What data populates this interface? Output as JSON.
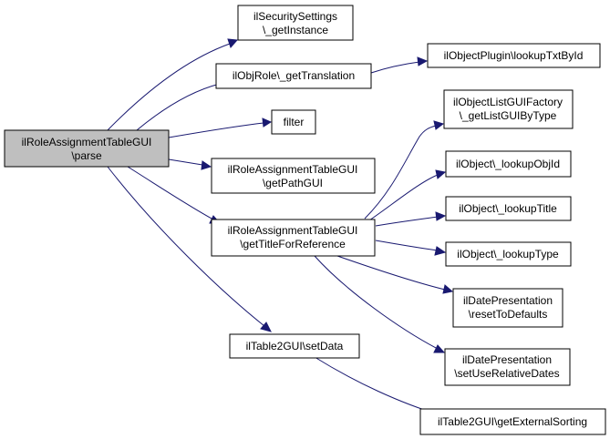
{
  "colors": {
    "edge": "#191970",
    "root_fill": "#bfbfbf",
    "node_fill": "#ffffff",
    "node_border": "#000000"
  },
  "nodes": {
    "root": [
      "ilRoleAssignmentTableGUI",
      "\\parse"
    ],
    "security_get_instance": [
      "ilSecuritySettings",
      "\\_getInstance"
    ],
    "obj_role_get_translation": [
      "ilObjRole\\_getTranslation"
    ],
    "object_plugin_lookup_txt": [
      "ilObjectPlugin\\lookupTxtById"
    ],
    "filter": [
      "filter"
    ],
    "get_path_gui": [
      "ilRoleAssignmentTableGUI",
      "\\getPathGUI"
    ],
    "get_title_for_reference": [
      "ilRoleAssignmentTableGUI",
      "\\getTitleForReference"
    ],
    "list_gui_factory": [
      "ilObjectListGUIFactory",
      "\\_getListGUIByType"
    ],
    "lookup_obj_id": [
      "ilObject\\_lookupObjId"
    ],
    "lookup_title": [
      "ilObject\\_lookupTitle"
    ],
    "lookup_type": [
      "ilObject\\_lookupType"
    ],
    "date_reset_defaults": [
      "ilDatePresentation",
      "\\resetToDefaults"
    ],
    "date_set_use_relative": [
      "ilDatePresentation",
      "\\setUseRelativeDates"
    ],
    "table2_set_data": [
      "ilTable2GUI\\setData"
    ],
    "table2_get_external_sorting": [
      "ilTable2GUI\\getExternalSorting"
    ]
  }
}
